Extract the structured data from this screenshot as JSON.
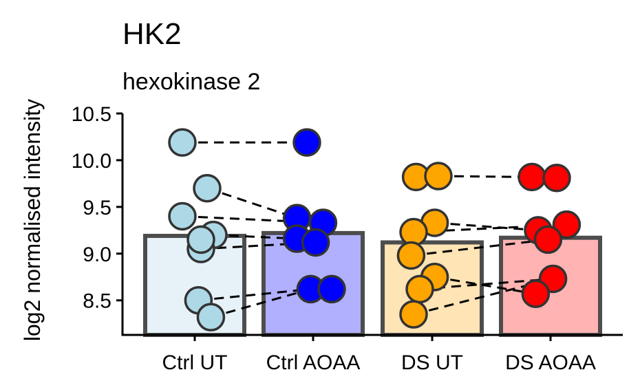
{
  "chart_data": {
    "type": "bar",
    "title": "HK2",
    "subtitle": "hexokinase 2",
    "ylabel": "log2 normalised intensity",
    "xlabel": "",
    "categories": [
      "Ctrl UT",
      "Ctrl AOAA",
      "DS UT",
      "DS AOAA"
    ],
    "values": [
      9.19,
      9.22,
      9.12,
      9.17
    ],
    "ylim": [
      8.13,
      10.5
    ],
    "yticks": [
      8.5,
      9.0,
      9.5,
      10.0,
      10.5
    ],
    "ytick_labels": [
      "8.5",
      "9.0",
      "9.5",
      "10.0",
      "10.5"
    ],
    "bar_fill": [
      "#e6f2f8",
      "#b0b0ff",
      "#ffe4b5",
      "#ffb3b3"
    ],
    "point_fill": [
      "#add8e6",
      "#0000ff",
      "#ffa500",
      "#ff0000"
    ],
    "points": [
      [
        {
          "y": 10.19,
          "jitter": -0.1
        },
        {
          "y": 9.7,
          "jitter": 0.1
        },
        {
          "y": 9.4,
          "jitter": -0.1
        },
        {
          "y": 9.2,
          "jitter": 0.15
        },
        {
          "y": 9.05,
          "jitter": 0.05
        },
        {
          "y": 9.15,
          "jitter": 0.05
        },
        {
          "y": 8.5,
          "jitter": 0.03
        },
        {
          "y": 8.32,
          "jitter": 0.13
        }
      ],
      [
        {
          "y": 10.19,
          "jitter": -0.05
        },
        {
          "y": 9.38,
          "jitter": -0.13
        },
        {
          "y": 9.33,
          "jitter": 0.08
        },
        {
          "y": 9.16,
          "jitter": -0.13
        },
        {
          "y": 9.12,
          "jitter": 0.02
        },
        {
          "y": 8.62,
          "jitter": -0.02
        },
        {
          "y": 8.62,
          "jitter": 0.15
        }
      ],
      [
        {
          "y": 9.82,
          "jitter": -0.13
        },
        {
          "y": 9.83,
          "jitter": 0.05
        },
        {
          "y": 9.33,
          "jitter": 0.02
        },
        {
          "y": 9.23,
          "jitter": -0.15
        },
        {
          "y": 8.98,
          "jitter": -0.17
        },
        {
          "y": 8.75,
          "jitter": 0.02
        },
        {
          "y": 8.62,
          "jitter": -0.1
        },
        {
          "y": 8.35,
          "jitter": -0.15
        }
      ],
      [
        {
          "y": 9.82,
          "jitter": -0.15
        },
        {
          "y": 9.81,
          "jitter": 0.05
        },
        {
          "y": 9.31,
          "jitter": 0.13
        },
        {
          "y": 9.25,
          "jitter": -0.1
        },
        {
          "y": 9.15,
          "jitter": -0.02
        },
        {
          "y": 8.73,
          "jitter": 0.02
        },
        {
          "y": 8.57,
          "jitter": -0.12
        }
      ]
    ],
    "pairs": [
      {
        "groups": [
          0,
          1
        ],
        "y": [
          10.19,
          10.19
        ]
      },
      {
        "groups": [
          0,
          1
        ],
        "y": [
          9.7,
          9.38
        ]
      },
      {
        "groups": [
          0,
          1
        ],
        "y": [
          9.4,
          9.33
        ]
      },
      {
        "groups": [
          0,
          1
        ],
        "y": [
          9.2,
          9.16
        ]
      },
      {
        "groups": [
          0,
          1
        ],
        "y": [
          9.05,
          9.12
        ]
      },
      {
        "groups": [
          0,
          1
        ],
        "y": [
          8.5,
          8.62
        ]
      },
      {
        "groups": [
          0,
          1
        ],
        "y": [
          8.32,
          8.62
        ]
      },
      {
        "groups": [
          2,
          3
        ],
        "y": [
          9.83,
          9.82
        ]
      },
      {
        "groups": [
          2,
          3
        ],
        "y": [
          9.33,
          9.25
        ]
      },
      {
        "groups": [
          2,
          3
        ],
        "y": [
          9.23,
          9.31
        ]
      },
      {
        "groups": [
          2,
          3
        ],
        "y": [
          8.98,
          9.15
        ]
      },
      {
        "groups": [
          2,
          3
        ],
        "y": [
          8.75,
          8.57
        ]
      },
      {
        "groups": [
          2,
          3
        ],
        "y": [
          8.62,
          8.73
        ]
      },
      {
        "groups": [
          2,
          3
        ],
        "y": [
          8.35,
          8.73
        ]
      }
    ],
    "grid": false,
    "legend": "none"
  }
}
